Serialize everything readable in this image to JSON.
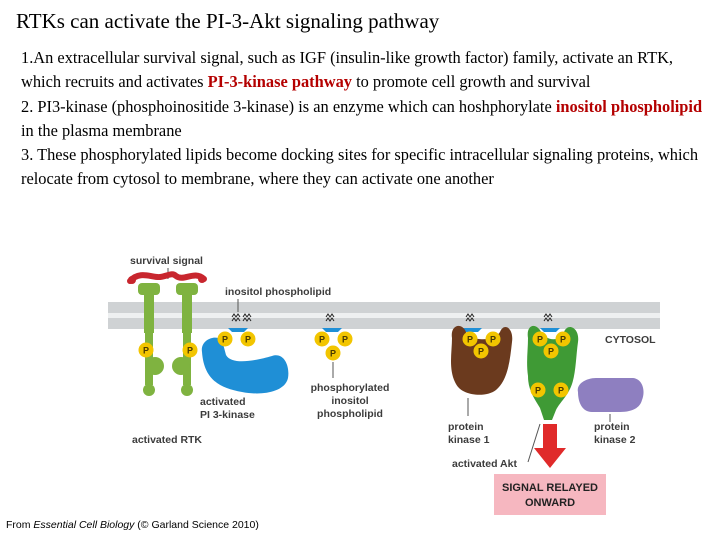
{
  "title": "RTKs can activate the PI-3-Akt signaling pathway",
  "points": {
    "p1_before": "1.An extracellular survival signal, such as IGF (insulin-like growth factor) family, activate an RTK, which recruits and activates ",
    "p1_highlight": "PI-3-kinase pathway",
    "p1_after": " to promote cell growth and survival",
    "p2_before": "2. PI3-kinase (phosphoinositide 3-kinase) is an enzyme which can hoshphorylate ",
    "p2_highlight": "inositol phospholipid",
    "p2_after": " in the plasma membrane",
    "p3": "3. These phosphorylated lipids  become docking sites for specific intracellular signaling proteins, which relocate from cytosol to membrane, where they can activate one another"
  },
  "diagram": {
    "survival_signal": "survival signal",
    "inositol_phospholipid": "inositol phospholipid",
    "cytosol": "CYTOSOL",
    "activated_pi3k_line1": "activated",
    "activated_pi3k_line2": "PI 3-kinase",
    "activated_rtk": "activated RTK",
    "phosphorylated_line1": "phosphorylated",
    "phosphorylated_line2": "inositol",
    "phosphorylated_line3": "phospholipid",
    "pk1_line1": "protein",
    "pk1_line2": "kinase 1",
    "pk2_line1": "protein",
    "pk2_line2": "kinase 2",
    "activated_akt": "activated Akt",
    "signal_relayed_line1": "SIGNAL RELAYED",
    "signal_relayed_line2": "ONWARD",
    "phosphate": "P"
  },
  "credit": {
    "prefix": "From ",
    "book": "Essential Cell Biology",
    "suffix": " (© Garland Science 2010)"
  },
  "colors": {
    "rtk_green": "#7fb340",
    "signal_red": "#c8262e",
    "pi3k_blue": "#1f8fd6",
    "pk1_brown": "#6b3a1e",
    "akt_green": "#3f9a35",
    "pk2_purple": "#8e7fc0",
    "membrane_gray": "#cfd2d4",
    "phosphate_yellow": "#f2c500",
    "relay_pink": "#f6b7c0",
    "arrow_red": "#e02a2a"
  }
}
